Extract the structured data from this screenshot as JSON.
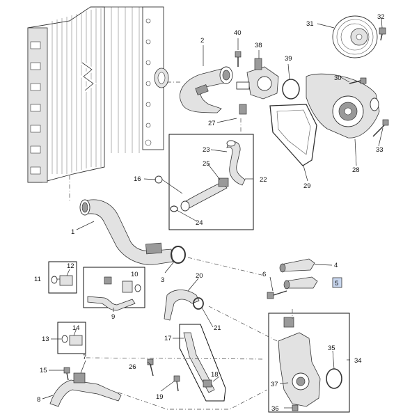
{
  "diagram": {
    "part_labels": {
      "p1": "1",
      "p2": "2",
      "p3": "3",
      "p4": "4",
      "p5": "5",
      "p6": "6",
      "p7": "7",
      "p8": "8",
      "p9": "9",
      "p10": "10",
      "p11": "11",
      "p12": "12",
      "p13": "13",
      "p14": "14",
      "p15": "15",
      "p16": "16",
      "p17": "17",
      "p18": "18",
      "p19": "19",
      "p20": "20",
      "p21": "21",
      "p22": "22",
      "p23": "23",
      "p24": "24",
      "p25": "25",
      "p26": "26",
      "p27": "27",
      "p28": "28",
      "p29": "29",
      "p30": "30",
      "p31": "31",
      "p32": "32",
      "p33": "33",
      "p34": "34",
      "p35": "35",
      "p36": "36",
      "p37": "37",
      "p38": "38",
      "p39": "39",
      "p40": "40"
    },
    "highlighted_part": "5",
    "highlight_color": "#c9d7ef"
  }
}
